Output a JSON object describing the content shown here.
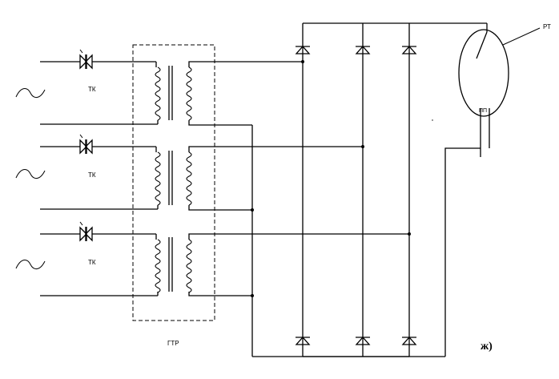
{
  "labels": {
    "thyristor_1": "ТК",
    "thyristor_2": "ТК",
    "thyristor_3": "ТК",
    "transformer": "ГТР",
    "lamp": "РТ",
    "lamp_inner": "ПП",
    "figure": "ж)"
  },
  "source_symbol": "~"
}
